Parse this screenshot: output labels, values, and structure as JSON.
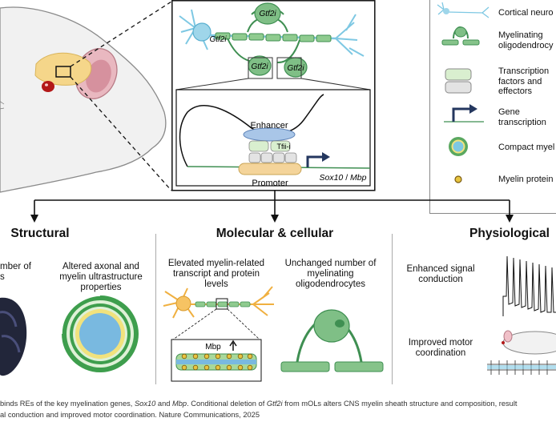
{
  "inset": {
    "gtf2i_labels": [
      "Gtf2i",
      "Gtf2i",
      "Gtf2i",
      "Gtf2i"
    ],
    "enhancer": "Enhancer",
    "tfii": "Tfii-i",
    "promoter": "Promoter",
    "gene_a": "Sox10",
    "gene_sep": " / ",
    "gene_b": "Mbp"
  },
  "legend": {
    "items": [
      {
        "label": "Cortical neuro",
        "icon": "cortical-neuron-icon"
      },
      {
        "label": "Myelinating oligodendrocy",
        "icon": "oligodendrocyte-icon"
      },
      {
        "label": "Transcription factors and effectors",
        "icon": "transcription-factors-icon"
      },
      {
        "label": "Gene transcription",
        "icon": "gene-transcription-arrow-icon"
      },
      {
        "label": "Compact myel",
        "icon": "compact-myelin-icon"
      },
      {
        "label": "Myelin protein",
        "icon": "myelin-protein-icon"
      }
    ]
  },
  "sections": {
    "structural": {
      "title": "Structural",
      "item1": "mber of\ns",
      "item2": "Altered axonal and myelin ultrastructure properties"
    },
    "molecular": {
      "title": "Molecular & cellular",
      "item1": "Elevated myelin-related transcript and protein levels",
      "item2": "Unchanged number of myelinating oligodendrocytes",
      "mbp_label": "Mbp"
    },
    "physiological": {
      "title": "Physiological",
      "item1": "Enhanced signal conduction",
      "item2": "Improved motor coordination"
    }
  },
  "caption": {
    "line1_a": "binds REs of the key myelination genes, ",
    "line1_b": "Sox10",
    "line1_c": " and ",
    "line1_d": "Mbp",
    "line1_e": ". Conditional deletion of ",
    "line1_f": "Gtf2i",
    "line1_g": " from mOLs alters CNS myelin sheath structure and composition, result",
    "line2": "al conduction and improved motor coordination. Nature Communications, 2025"
  },
  "colors": {
    "neuron_blue": "#7ec8e3",
    "oligo_green": "#86c38a",
    "oligo_dark": "#3f8f52",
    "tf_blue": "#a9c6e8",
    "tf_green": "#d9efcf",
    "promoter": "#f4d49a",
    "arrow_navy": "#24375f",
    "mouse_brain": "#f5d68a",
    "myelin_yellow": "#f1e27d"
  }
}
